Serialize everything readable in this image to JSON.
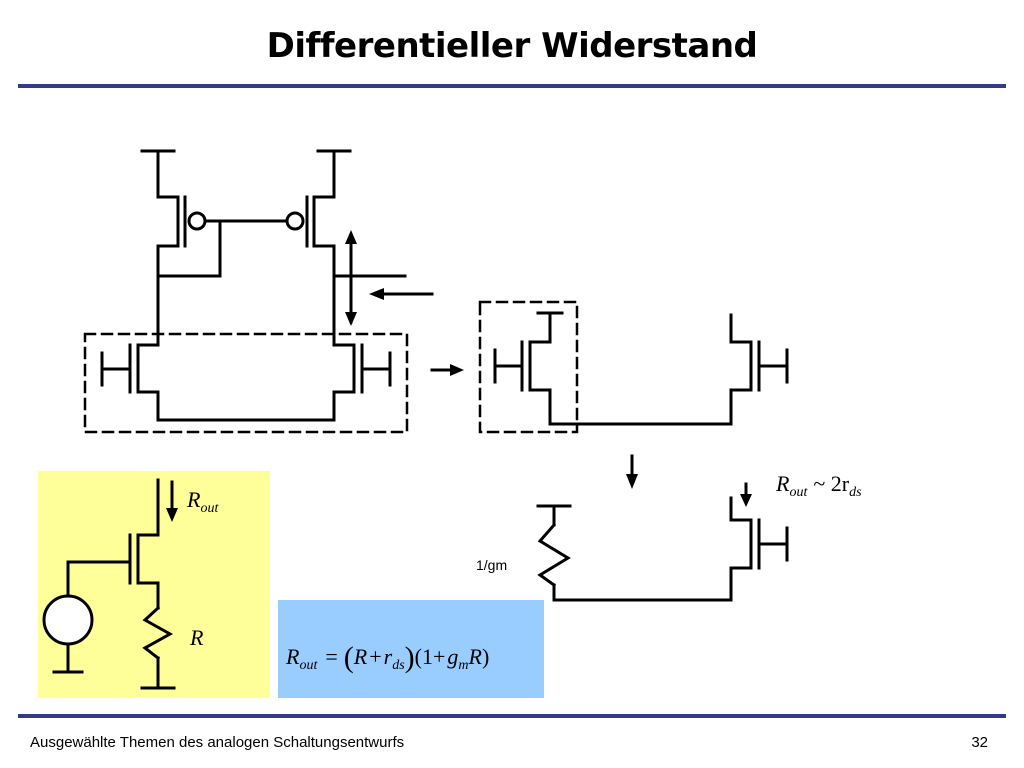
{
  "slide": {
    "title": "Differentieller Widerstand",
    "footer_left": "Ausgewählte Themen des analogen Schaltungsentwurfs",
    "page_number": "32"
  },
  "labels": {
    "gm_label": "1/gm",
    "r_symbol": "R",
    "rout_base": "R",
    "rout_sub": "out",
    "rout_approx": "~ 2r",
    "rout_approx_sub": "ds",
    "formula": {
      "lhs_base": "R",
      "lhs_sub": "out",
      "eq": "=",
      "open_big": "(",
      "r1": "R",
      "plus1": "+",
      "rds_base": "r",
      "rds_sub": "ds",
      "close_big": ")",
      "one_part": "(1+",
      "gm_base": "g",
      "gm_sub": "m",
      "r2": "R",
      "close": ")"
    }
  },
  "colors": {
    "accent_rule": "#333a8c",
    "yellow_box": "#ffff99",
    "blue_box": "#99ccff"
  }
}
